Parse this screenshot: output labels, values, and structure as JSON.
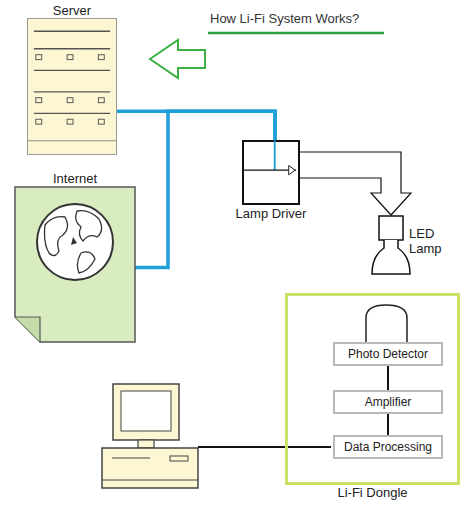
{
  "diagram": {
    "title": "How Li-Fi System Works?",
    "nodes": [
      {
        "text": [
          "Server"
        ]
      },
      {
        "text": [
          "Internet"
        ]
      },
      {
        "text": [
          "Lamp Driver"
        ]
      },
      {
        "text": [
          "LED Lamp"
        ]
      },
      {
        "text": [
          "Li-Fi Dongle"
        ]
      },
      {
        "text": [
          "Photo Detector"
        ],
        "in": 4
      },
      {
        "text": [
          "Amplifier"
        ],
        "in": 4
      },
      {
        "text": [
          "Data Processing"
        ],
        "in": 4
      }
    ],
    "edges": [
      {
        "from": 0,
        "to": 2,
        "arrow": "none"
      },
      {
        "from": 1,
        "to": 2,
        "arrow": "none"
      },
      {
        "from": 2,
        "to": 3,
        "arrow": "to"
      },
      {
        "from": 5,
        "to": 6,
        "arrow": "none"
      },
      {
        "from": 6,
        "to": 7,
        "arrow": "none"
      }
    ]
  }
}
